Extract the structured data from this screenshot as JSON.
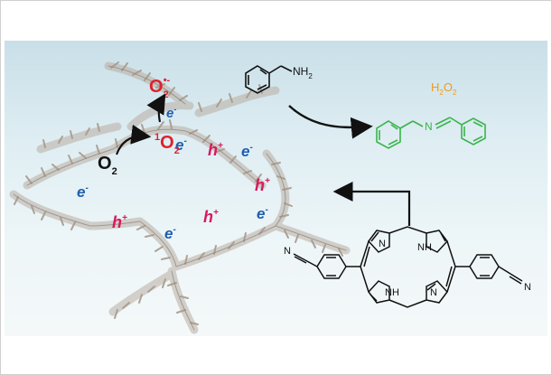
{
  "species": {
    "superoxide": {
      "base": "O",
      "sub": "2",
      "sup": "•-"
    },
    "singlet_oxygen": {
      "pre": "1",
      "base": "O",
      "sub": "2"
    },
    "oxygen": {
      "base": "O",
      "sub": "2"
    },
    "peroxide": {
      "text": "H",
      "sub1": "2",
      "mid": "O",
      "sub2": "2"
    }
  },
  "charges": {
    "electron": {
      "base": "e",
      "sup": "-"
    },
    "hole": {
      "base": "h",
      "sup": "+"
    }
  },
  "molecules": {
    "reactant_group": {
      "base": "NH",
      "sub": "2"
    },
    "product_linker": "N",
    "porphyrin_nh_top": "NH",
    "porphyrin_nh_bottom": "NH",
    "porphyrin_n": "N",
    "nitrile_n": "N"
  },
  "colors": {
    "red_species": "#e0212b",
    "electron": "#1f5fb0",
    "hole": "#d8195d",
    "product": "#39b54a",
    "peroxide": "#f29a1a",
    "framework": "#b9aea3"
  }
}
